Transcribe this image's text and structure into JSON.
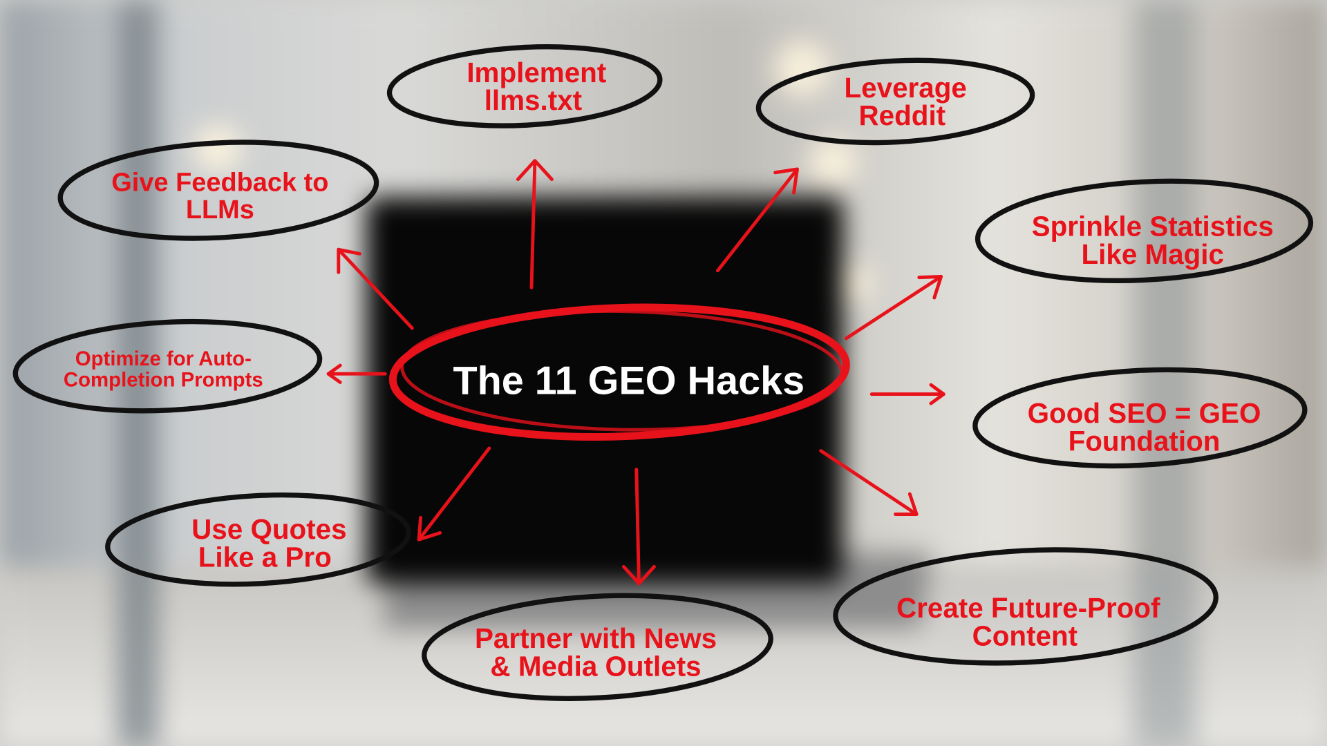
{
  "title": "The 11 GEO Hacks",
  "nodes": [
    {
      "lines": [
        "Implement",
        "llms.txt"
      ]
    },
    {
      "lines": [
        "Leverage",
        "Reddit"
      ]
    },
    {
      "lines": [
        "Give Feedback to",
        "LLMs"
      ]
    },
    {
      "lines": [
        "Sprinkle Statistics",
        "Like Magic"
      ]
    },
    {
      "lines": [
        "Optimize for Auto-",
        "Completion Prompts"
      ]
    },
    {
      "lines": [
        "Good SEO = GEO",
        "Foundation"
      ]
    },
    {
      "lines": [
        "Use Quotes",
        "Like a Pro"
      ]
    },
    {
      "lines": [
        "Partner with News",
        "& Media Outlets"
      ]
    },
    {
      "lines": [
        "Create Future-Proof",
        "Content"
      ]
    }
  ],
  "colors": {
    "accent": "#e8121b",
    "ring": "#111111",
    "title_text": "#ffffff"
  }
}
